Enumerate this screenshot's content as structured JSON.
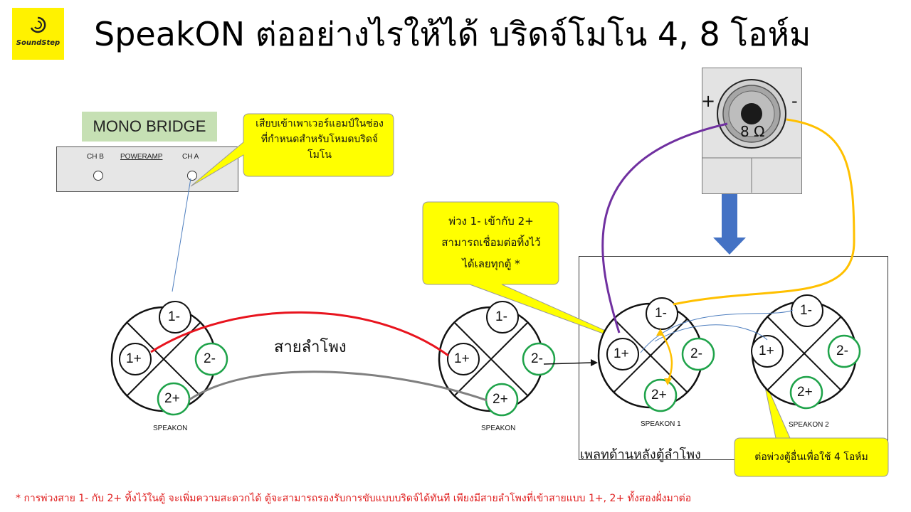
{
  "logo": {
    "text": "SoundStep",
    "color": "#fff200"
  },
  "title": "SpeakON ต่ออย่างไรให้ได้ บริดจ์โมโน 4, 8 โอห์ม",
  "amp": {
    "mode_label": "MONO BRIDGE",
    "ch_b": "CH B",
    "name": "POWERAMP",
    "ch_a": "CH A"
  },
  "callouts": {
    "amp_plug": "เสียบเข้าเพาเวอร์แอมป์ในช่องที่กำหนดสำหรับโหมดบริดจ์โมโน",
    "jumper_l1": "พ่วง 1- เข้ากับ 2+",
    "jumper_l2": "สามารถเชื่อมต่อทิ้งไว้",
    "jumper_l3": "ได้เลยทุกตู้ *",
    "chain": "ต่อพ่วงตู้อื่นเพื่อใช้ 4 โอห์ม"
  },
  "cable_label": "สายลำโพง",
  "connectors": [
    {
      "label": "SPEAKON",
      "pins": {
        "top": "1-",
        "left": "1+",
        "right": "2-",
        "bottom": "2+"
      }
    },
    {
      "label": "SPEAKON",
      "pins": {
        "top": "1-",
        "left": "1+",
        "right": "2-",
        "bottom": "2+"
      }
    },
    {
      "label": "SPEAKON 1",
      "pins": {
        "top": "1-",
        "left": "1+",
        "right": "2-",
        "bottom": "2+"
      }
    },
    {
      "label": "SPEAKON 2",
      "pins": {
        "top": "1-",
        "left": "1+",
        "right": "2-",
        "bottom": "2+"
      }
    }
  ],
  "speaker": {
    "impedance": "8 Ω",
    "plus": "+",
    "minus": "-"
  },
  "rear_panel_label": "เพลทด้านหลังตู้ลำโพง",
  "footnote": "* การพ่วงสาย 1- กับ 2+ ทิ้งไว้ในตู้ จะเพิ่มความสะดวกได้ ตู้จะสามารถรองรับการขับแบบบริดจ์ได้ทันที เพียงมีสายลำโพงที่เข้าสายแบบ 1+, 2+ ทั้งสองฝั่งมาต่อ",
  "colors": {
    "red_wire": "#e8141e",
    "gray_wire": "#808080",
    "purple_wire": "#7030a0",
    "orange_wire": "#ffc000",
    "green_pin": "#1fa34a",
    "callout_yellow": "#ffff00",
    "arrow_blue": "#4472c4"
  }
}
